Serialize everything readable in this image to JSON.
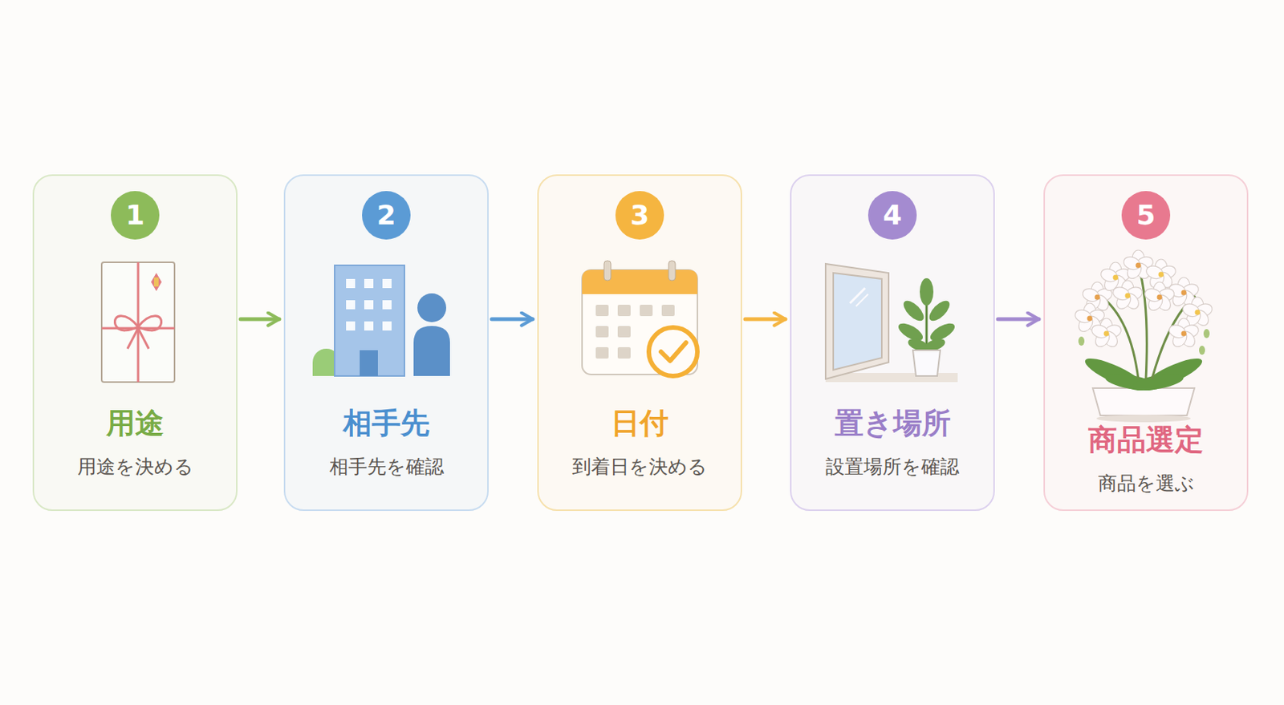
{
  "diagram": {
    "nodes": [
      {
        "text": [
          "1",
          "用途",
          "用途を決める"
        ]
      },
      {
        "text": [
          "2",
          "相手先",
          "相手先を確認"
        ]
      },
      {
        "text": [
          "3",
          "日付",
          "到着日を決める"
        ]
      },
      {
        "text": [
          "4",
          "置き場所",
          "設置場所を確認"
        ]
      },
      {
        "text": [
          "5",
          "商品選定",
          "商品を選ぶ"
        ]
      }
    ],
    "edges": [
      {
        "from": 0,
        "to": 1,
        "arrow": "to"
      },
      {
        "from": 1,
        "to": 2,
        "arrow": "to"
      },
      {
        "from": 2,
        "to": 3,
        "arrow": "to"
      },
      {
        "from": 3,
        "to": 4,
        "arrow": "to"
      }
    ]
  }
}
